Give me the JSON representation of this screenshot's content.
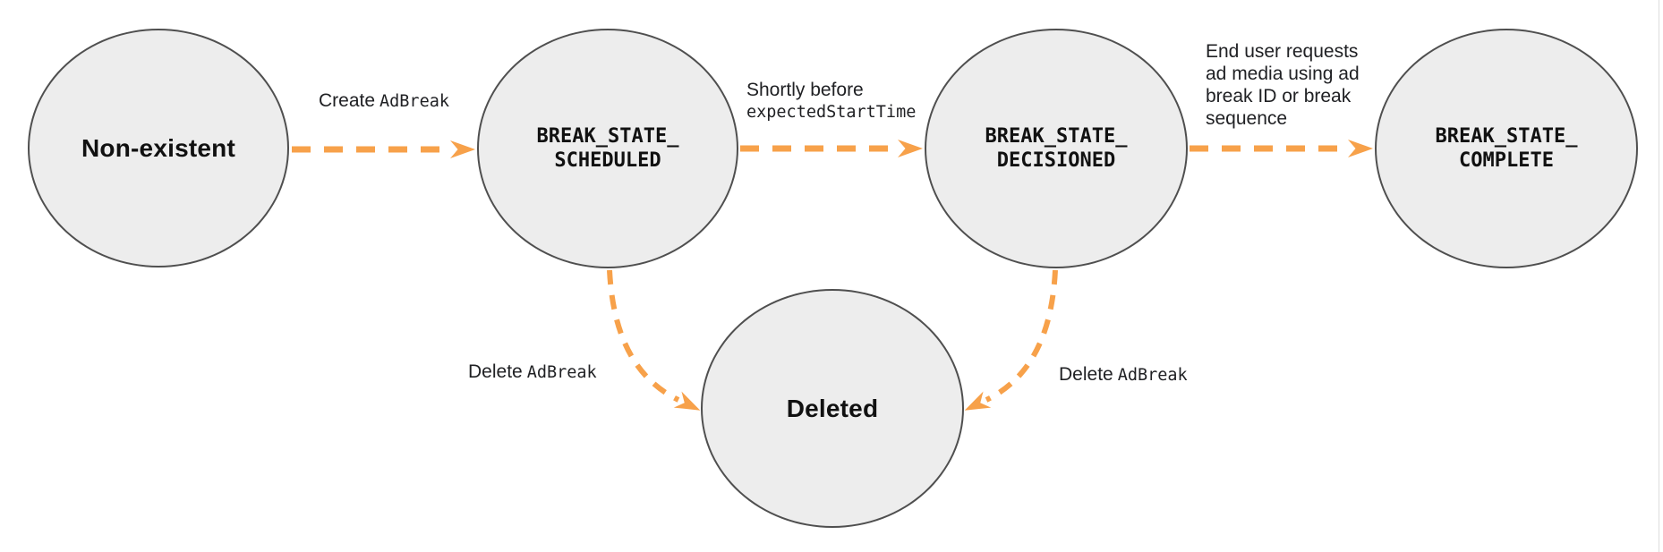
{
  "diagram": {
    "type": "state-diagram",
    "colors": {
      "arrow": "#F7A14A",
      "node_fill": "#EDEDED",
      "node_border": "#4F4F4F",
      "node_text": "#111111",
      "label_text": "#202124",
      "page_bg": "#FFFFFF",
      "edge_line": "#DDDDDD"
    },
    "nodes": {
      "non_existent": {
        "label": "Non-existent"
      },
      "scheduled": {
        "line1": "BREAK_STATE_",
        "line2": "SCHEDULED"
      },
      "decisioned": {
        "line1": "BREAK_STATE_",
        "line2": "DECISIONED"
      },
      "complete": {
        "line1": "BREAK_STATE_",
        "line2": "COMPLETE"
      },
      "deleted": {
        "label": "Deleted"
      }
    },
    "edges": {
      "create": {
        "plain": "Create",
        "code": "AdBreak"
      },
      "shortly": {
        "plain": "Shortly before",
        "code": "expectedStartTime"
      },
      "end_user": {
        "lines": [
          "End user requests",
          "ad media using ad",
          "break ID or break",
          "sequence"
        ]
      },
      "delete_left": {
        "plain": "Delete",
        "code": "AdBreak"
      },
      "delete_right": {
        "plain": "Delete",
        "code": "AdBreak"
      }
    }
  }
}
